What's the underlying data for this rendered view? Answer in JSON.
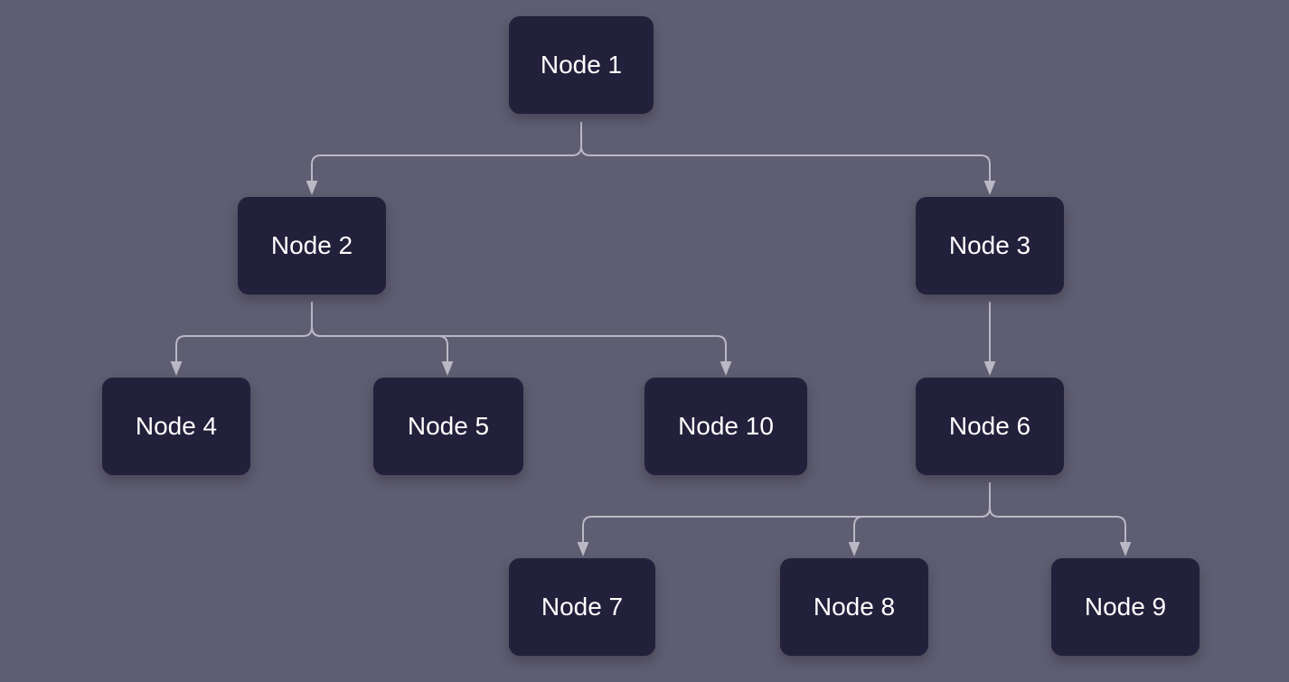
{
  "colors": {
    "background": "#5f5d72",
    "node_fill": "#22203a",
    "node_text": "#ffffff",
    "edge": "#b9b8c4"
  },
  "nodes": {
    "n1": "Node 1",
    "n2": "Node 2",
    "n3": "Node 3",
    "n4": "Node 4",
    "n5": "Node 5",
    "n6": "Node 6",
    "n7": "Node 7",
    "n8": "Node 8",
    "n9": "Node 9",
    "n10": "Node 10"
  },
  "edges": [
    {
      "from": "Node 1",
      "to": "Node 2"
    },
    {
      "from": "Node 1",
      "to": "Node 3"
    },
    {
      "from": "Node 2",
      "to": "Node 4"
    },
    {
      "from": "Node 2",
      "to": "Node 5"
    },
    {
      "from": "Node 2",
      "to": "Node 10"
    },
    {
      "from": "Node 3",
      "to": "Node 6"
    },
    {
      "from": "Node 6",
      "to": "Node 7"
    },
    {
      "from": "Node 6",
      "to": "Node 8"
    },
    {
      "from": "Node 6",
      "to": "Node 9"
    }
  ]
}
